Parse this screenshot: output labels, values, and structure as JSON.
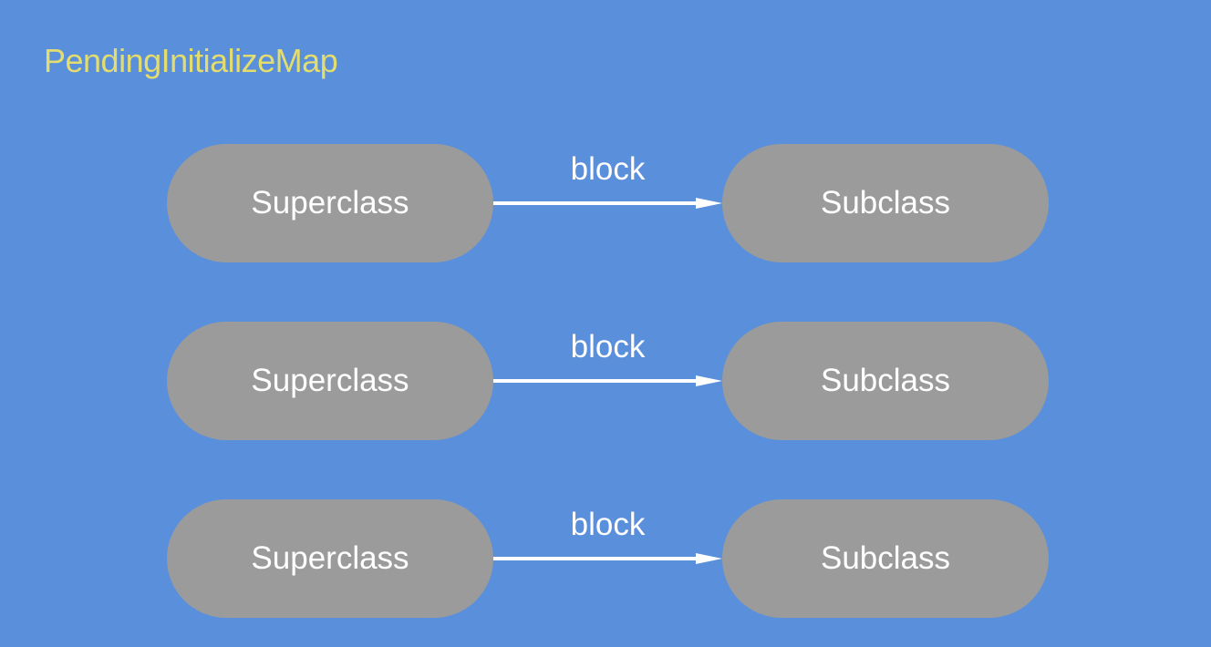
{
  "title": "PendingInitializeMap",
  "colors": {
    "background": "#5a8fdc",
    "title": "#e3dc6e",
    "node_fill": "#9b9b9b",
    "text": "#ffffff",
    "arrow": "#ffffff"
  },
  "rows": [
    {
      "source": "Superclass",
      "edge_label": "block",
      "target": "Subclass"
    },
    {
      "source": "Superclass",
      "edge_label": "block",
      "target": "Subclass"
    },
    {
      "source": "Superclass",
      "edge_label": "block",
      "target": "Subclass"
    }
  ]
}
